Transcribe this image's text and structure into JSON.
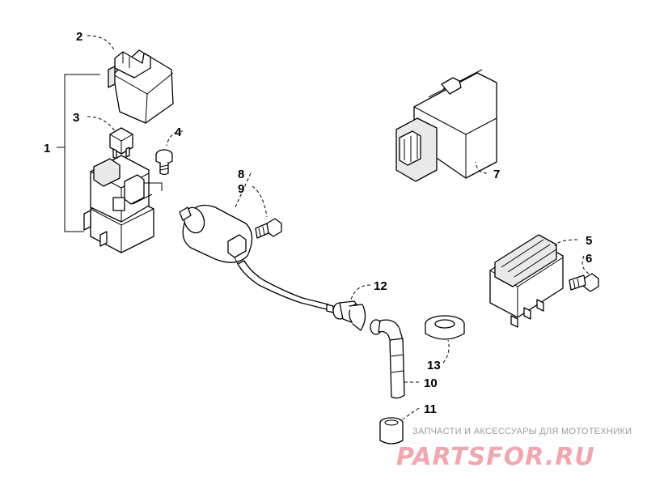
{
  "callouts": {
    "c1": "1",
    "c2": "2",
    "c3": "3",
    "c4": "4",
    "c5": "5",
    "c6": "6",
    "c7": "7",
    "c8": "8",
    "c9": "9",
    "c10": "10",
    "c11": "11",
    "c12": "12",
    "c13": "13"
  },
  "watermark": {
    "tagline": "ЗАПЧАСТИ И АКСЕССУАРЫ ДЛЯ МОТОТЕХНИКИ",
    "logo": "PARTSFOR.RU",
    "logo_color": "#f0a7b0"
  }
}
